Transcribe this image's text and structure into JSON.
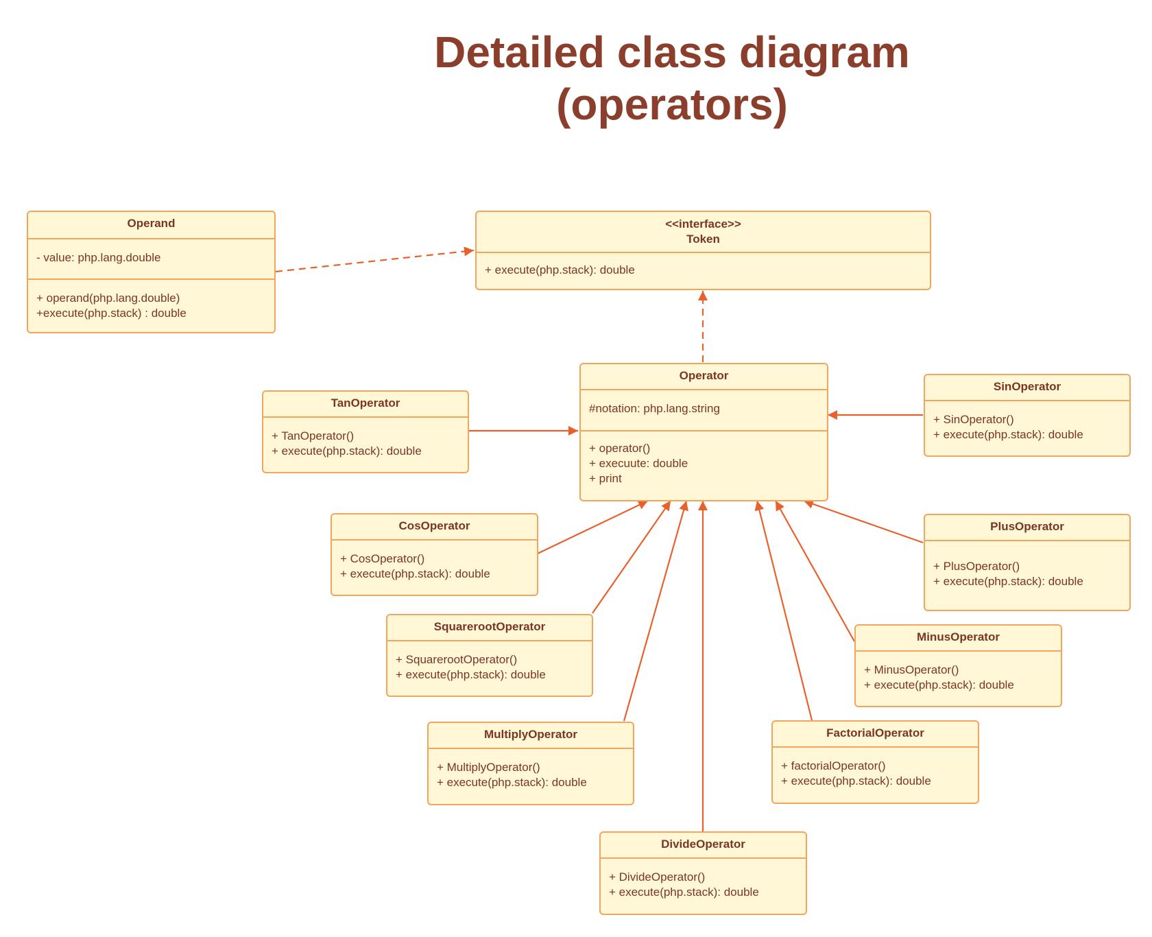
{
  "title": {
    "line1": "Detailed class diagram",
    "line2": "(operators)"
  },
  "colors": {
    "box_fill": "#fff7d6",
    "box_border": "#f3a55b",
    "text": "#7a3623",
    "title": "#8b3e2b",
    "arrow": "#e8602c"
  },
  "classes": {
    "operand": {
      "name": "Operand",
      "attributes": [
        "- value: php.lang.double"
      ],
      "methods": [
        "+ operand(php.lang.double)",
        "+execute(php.stack) : double"
      ]
    },
    "token": {
      "stereotype": "<<interface>>",
      "name": "Token",
      "methods": [
        "+ execute(php.stack): double"
      ]
    },
    "operator": {
      "name": "Operator",
      "attributes": [
        "#notation: php.lang.string"
      ],
      "methods": [
        "+ operator()",
        "+ execuute: double",
        "+ print"
      ]
    },
    "tan": {
      "name": "TanOperator",
      "methods": [
        "+ TanOperator()",
        "+ execute(php.stack): double"
      ]
    },
    "sin": {
      "name": "SinOperator",
      "methods": [
        "+ SinOperator()",
        "+ execute(php.stack): double"
      ]
    },
    "cos": {
      "name": "CosOperator",
      "methods": [
        "+ CosOperator()",
        "+ execute(php.stack): double"
      ]
    },
    "plus": {
      "name": "PlusOperator",
      "methods": [
        "+ PlusOperator()",
        "+ execute(php.stack): double"
      ]
    },
    "sqrt": {
      "name": "SquarerootOperator",
      "methods": [
        "+ SquarerootOperator()",
        "+ execute(php.stack): double"
      ]
    },
    "minus": {
      "name": "MinusOperator",
      "methods": [
        "+ MinusOperator()",
        "+ execute(php.stack): double"
      ]
    },
    "multiply": {
      "name": "MultiplyOperator",
      "methods": [
        "+ MultiplyOperator()",
        "+ execute(php.stack): double"
      ]
    },
    "factorial": {
      "name": "FactorialOperator",
      "methods": [
        "+ factorialOperator()",
        "+ execute(php.stack): double"
      ]
    },
    "divide": {
      "name": "DivideOperator",
      "methods": [
        "+ DivideOperator()",
        "+ execute(php.stack): double"
      ]
    }
  },
  "relations": [
    {
      "from": "Operand",
      "to": "Token",
      "kind": "realization"
    },
    {
      "from": "Operator",
      "to": "Token",
      "kind": "realization"
    },
    {
      "from": "TanOperator",
      "to": "Operator",
      "kind": "generalization"
    },
    {
      "from": "SinOperator",
      "to": "Operator",
      "kind": "generalization"
    },
    {
      "from": "CosOperator",
      "to": "Operator",
      "kind": "generalization"
    },
    {
      "from": "SquarerootOperator",
      "to": "Operator",
      "kind": "generalization"
    },
    {
      "from": "MultiplyOperator",
      "to": "Operator",
      "kind": "generalization"
    },
    {
      "from": "DivideOperator",
      "to": "Operator",
      "kind": "generalization"
    },
    {
      "from": "FactorialOperator",
      "to": "Operator",
      "kind": "generalization"
    },
    {
      "from": "MinusOperator",
      "to": "Operator",
      "kind": "generalization"
    },
    {
      "from": "PlusOperator",
      "to": "Operator",
      "kind": "generalization"
    }
  ]
}
